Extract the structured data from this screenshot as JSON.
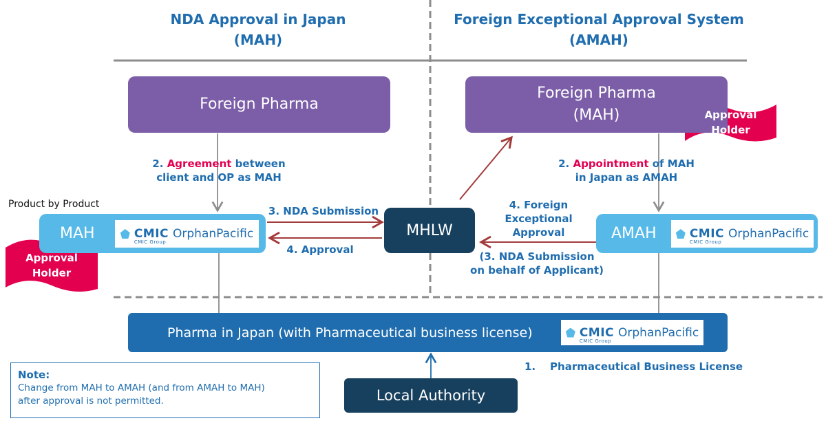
{
  "headers": {
    "left_line1": "NDA Approval  in Japan",
    "left_line2": "(MAH)",
    "right_line1": "Foreign Exceptional Approval System",
    "right_line2": "(AMAH)"
  },
  "boxes": {
    "foreign_pharma_left": "Foreign Pharma",
    "foreign_pharma_right_line1": "Foreign Pharma",
    "foreign_pharma_right_line2": "(MAH)",
    "mah": "MAH",
    "amah": "AMAH",
    "mhlw": "MHLW",
    "pharma_japan": "Pharma in Japan (with Pharmaceutical business license)",
    "local_authority": "Local Authority"
  },
  "logo": {
    "brand": "CMIC",
    "group": "CMIC Group",
    "name": "OrphanPacific"
  },
  "flags": {
    "line1": "Approval",
    "line2": "Holder"
  },
  "labels": {
    "agreement_prefix": "2. ",
    "agreement_highlight": "Agreement",
    "agreement_rest": " between",
    "agreement_line2": "client and OP as MAH",
    "appointment_prefix": "2. ",
    "appointment_highlight": "Appointment",
    "appointment_rest": " of MAH",
    "appointment_line2": "in Japan as AMAH",
    "product_by_product": "Product by Product",
    "nda_submission": "3. NDA Submission",
    "approval": "4. Approval",
    "foreign_exc_1": "4. Foreign",
    "foreign_exc_2": "Exceptional",
    "foreign_exc_3": "Approval",
    "nda_behalf_1": "(3. NDA Submission",
    "nda_behalf_2": "on behalf of Applicant)",
    "license": "1.    Pharmaceutical Business License"
  },
  "note": {
    "title": "Note:",
    "line1": "Change from MAH  to AMAH (and from AMAH to MAH)",
    "line2": "after approval is not permitted."
  },
  "colors": {
    "purple": "#7B5EA7",
    "light_blue": "#56B9E8",
    "navy": "#16405E",
    "mid_blue": "#1F6DAF",
    "flag_red": "#E2004F",
    "arrow_red": "#A33B3B"
  }
}
